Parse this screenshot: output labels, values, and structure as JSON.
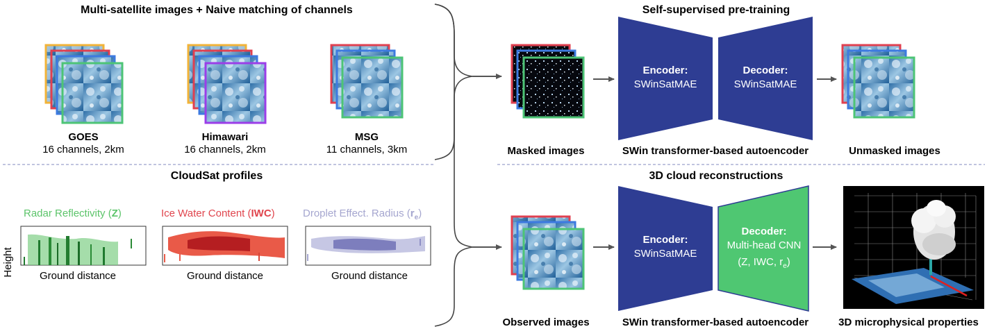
{
  "left_panel": {
    "title": "Multi-satellite images + Naive matching of channels",
    "satellites": [
      {
        "name": "GOES",
        "detail": "16 channels, 2km"
      },
      {
        "name": "Himawari",
        "detail": "16 channels, 2km"
      },
      {
        "name": "MSG",
        "detail": "11 channels, 3km"
      }
    ],
    "cloudsat_title": "CloudSat profiles",
    "profiles": [
      {
        "label": "Radar Reflectivity (",
        "sym": "Z",
        "close": ")",
        "color": "#5cc46a",
        "xlabel": "Ground distance"
      },
      {
        "label": "Ice Water Content (",
        "sym": "IWC",
        "close": ")",
        "color": "#e0454d",
        "xlabel": "Ground distance"
      },
      {
        "label": "Droplet Effect. Radius (",
        "sym": "r",
        "sub": "e",
        "close": ")",
        "color": "#a5a6cf",
        "xlabel": "Ground distance"
      }
    ],
    "height_label": "Height"
  },
  "top_pipeline": {
    "title": "Self-supervised pre-training",
    "input_label": "Masked images",
    "encoder_title": "Encoder:",
    "encoder_name": "SWinSatMAE",
    "decoder_title": "Decoder:",
    "decoder_name": "SWinSatMAE",
    "autoencoder_label": "SWin transformer-based autoencoder",
    "output_label": "Unmasked images"
  },
  "bottom_pipeline": {
    "title": "3D cloud reconstructions",
    "input_label": "Observed images",
    "encoder_title": "Encoder:",
    "encoder_name": "SWinSatMAE",
    "decoder_title": "Decoder:",
    "decoder_line1": "Multi-head CNN",
    "decoder_line2a": "(Z, IWC, r",
    "decoder_line2sub": "e",
    "decoder_line2b": ")",
    "autoencoder_label": "SWin transformer-based autoencoder",
    "output_label": "3D microphysical properties"
  },
  "colors": {
    "encoder_blue": "#2e3d93",
    "decoder_green": "#4fc772",
    "frame_orange": "#f2b338",
    "frame_red": "#e04050",
    "frame_blue": "#3d7ae0",
    "frame_green": "#4dc476",
    "frame_purple": "#9b3ee8",
    "divider": "#9aa0cc"
  }
}
